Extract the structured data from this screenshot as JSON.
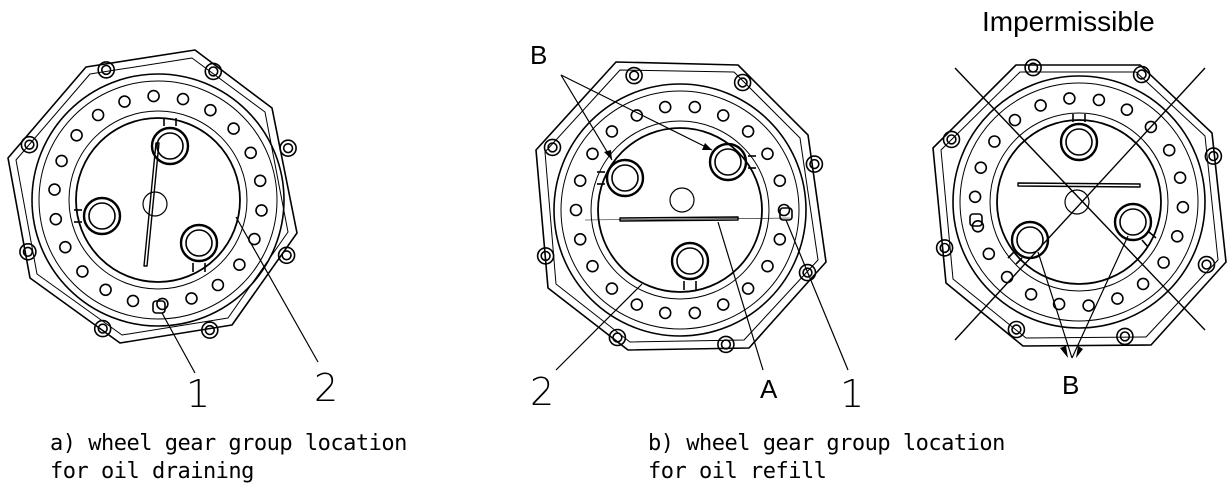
{
  "header": {
    "title": "Impermissible"
  },
  "labels": {
    "a_1": "1",
    "a_2": "2",
    "b_B": "B",
    "b_2": "2",
    "b_A": "A",
    "b_1": "1",
    "c_B": "B"
  },
  "captions": {
    "a": {
      "line1": "a) wheel gear group location",
      "line2": "for oil draining"
    },
    "b": {
      "line1": "b) wheel gear group location",
      "line2": "for oil refill"
    }
  },
  "colors": {
    "line": "#000000",
    "background": "#ffffff"
  }
}
